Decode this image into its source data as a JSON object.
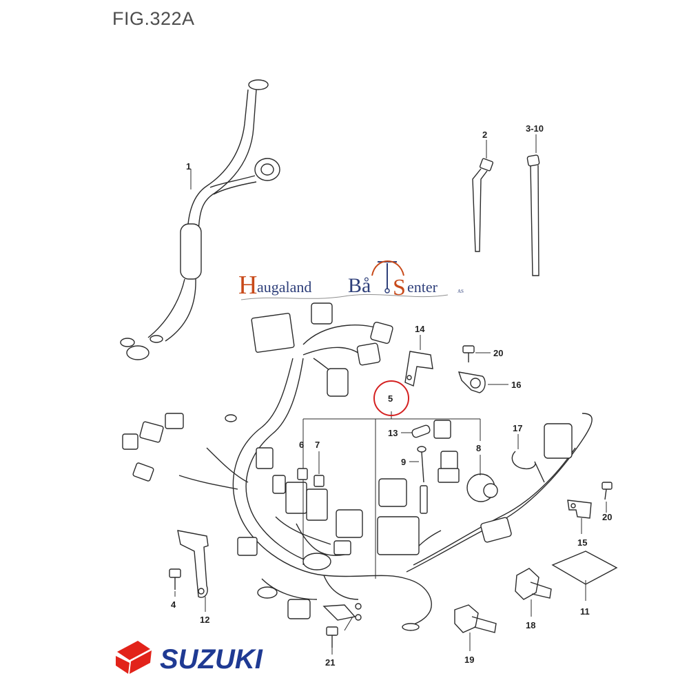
{
  "figure": {
    "title": "FIG.322A"
  },
  "callouts": {
    "c1": "1",
    "c2": "2",
    "c3_10": "3-10",
    "c4": "4",
    "c5": "5",
    "c6": "6",
    "c7": "7",
    "c8": "8",
    "c9": "9",
    "c11": "11",
    "c12": "12",
    "c13": "13",
    "c14": "14",
    "c15": "15",
    "c16": "16",
    "c17": "17",
    "c18": "18",
    "c19": "19",
    "c20a": "20",
    "c20b": "20",
    "c21": "21"
  },
  "watermark": {
    "word1_initial": "H",
    "word1_rest": "augaland",
    "word2_start": "Bå",
    "word2_initial": "S",
    "word2_rest": "enter",
    "suffix": "AS"
  },
  "brand": {
    "name": "SUZUKI"
  },
  "colors": {
    "highlight_circle": "#d42020",
    "watermark_accent": "#c84a1a",
    "watermark_text": "#2e3f7a",
    "brand_red": "#e2231a",
    "brand_blue": "#1f3a93"
  }
}
